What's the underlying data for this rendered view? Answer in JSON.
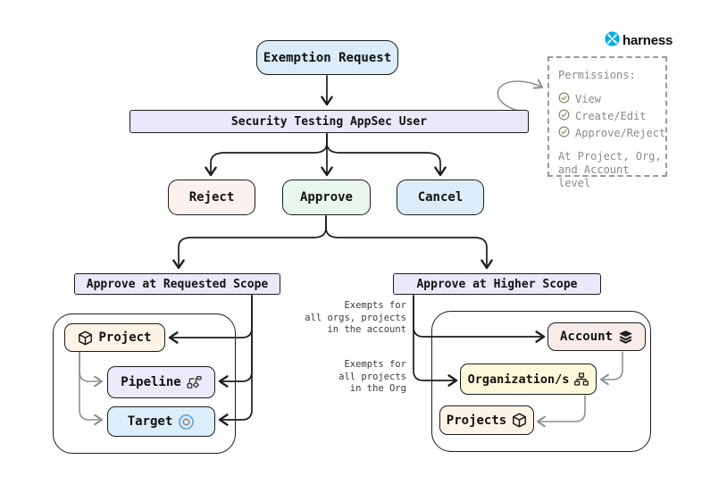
{
  "brand": {
    "label": "harness",
    "icon": "harness-logo",
    "color": "#00ade4"
  },
  "nodes": {
    "exemption_request": {
      "label": "Exemption Request",
      "fill": "#daecfa"
    },
    "appsec_user": {
      "label": "Security Testing AppSec User",
      "fill": "#ebe9f9"
    },
    "reject": {
      "label": "Reject",
      "fill": "#fdf1ee"
    },
    "approve": {
      "label": "Approve",
      "fill": "#e9f6eb"
    },
    "cancel": {
      "label": "Cancel",
      "fill": "#dcedf9"
    },
    "approve_requested_scope": {
      "label": "Approve at Requested Scope",
      "fill": "#ebe9f9"
    },
    "approve_higher_scope": {
      "label": "Approve at Higher Scope",
      "fill": "#ebe9f9"
    },
    "project": {
      "label": "Project",
      "fill": "#fdf3e6",
      "icon": "cube-icon"
    },
    "pipeline": {
      "label": "Pipeline",
      "fill": "#ece9f8",
      "icon": "pipeline-icon"
    },
    "target": {
      "label": "Target",
      "fill": "#dceefa",
      "icon": "target-icon"
    },
    "account": {
      "label": "Account",
      "fill": "#f9ece8",
      "icon": "layers-icon"
    },
    "organizations": {
      "label": "Organization/s",
      "fill": "#fcf8da",
      "icon": "org-chart-icon"
    },
    "projects": {
      "label": "Projects",
      "fill": "#fdf3e6",
      "icon": "cube-icon"
    }
  },
  "permissions_panel": {
    "title": "Permissions:",
    "items": [
      "View",
      "Create/Edit",
      "Approve/Reject"
    ],
    "footer": "At Project, Org,\nand Account level",
    "check_color": "#7f9265",
    "text_color": "#8a8a8a"
  },
  "annotations": {
    "account_note": "Exempts for\nall orgs, projects\nin the account",
    "org_note": "Exempts for\nall projects\nin the Org"
  },
  "wire_colors": {
    "primary": "#1d1d1d",
    "secondary": "#909090"
  }
}
